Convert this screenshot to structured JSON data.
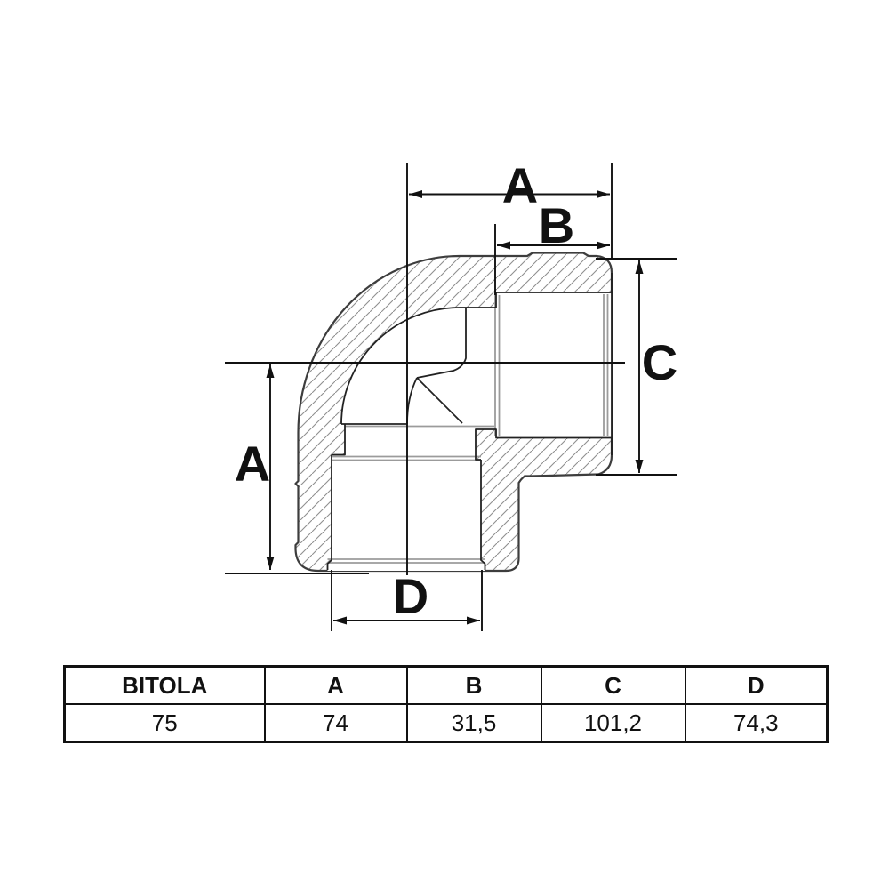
{
  "drawing": {
    "subject": "90-degree elbow pipe fitting cross-section",
    "labels": {
      "dim_top": "A",
      "dim_top_inner": "B",
      "dim_right": "C",
      "dim_left": "A",
      "dim_bottom": "D"
    }
  },
  "table": {
    "headers": [
      "BITOLA",
      "A",
      "B",
      "C",
      "D"
    ],
    "values": [
      "75",
      "74",
      "31,5",
      "101,2",
      "74,3"
    ]
  },
  "colors": {
    "background": "#ffffff",
    "outline": "#3d3d3d",
    "inner_lines": "#222222",
    "dimension_lines": "#111111",
    "hatch": "#8f8f8f",
    "thread_rings": "#9b9b9b"
  }
}
